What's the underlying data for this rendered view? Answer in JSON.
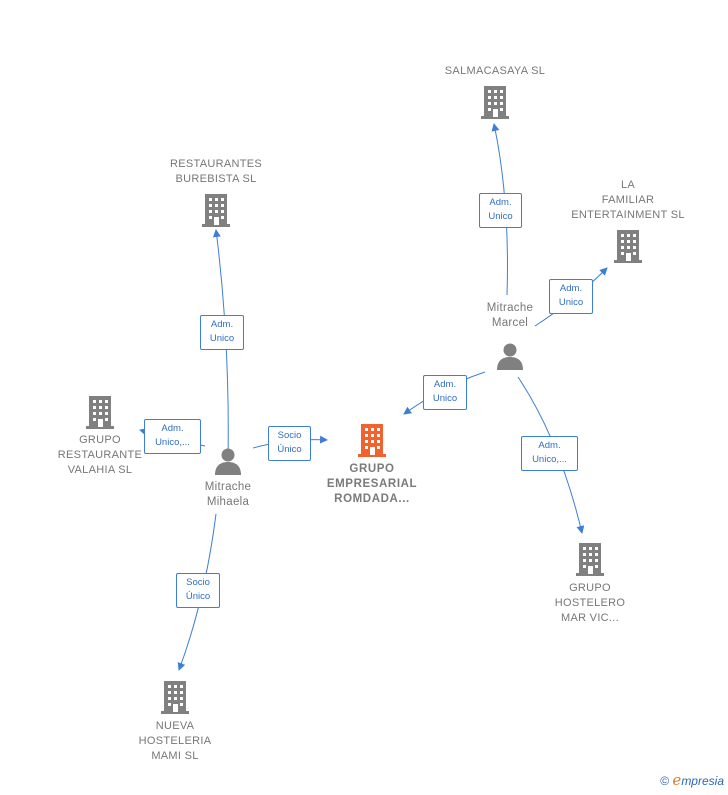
{
  "nodes": {
    "salmacasaya": "SALMACASAYA SL",
    "la_familiar": "LA\nFAMILIAR\nENTERTAINMENT SL",
    "restaurantes_burebista": "RESTAURANTES\nBUREBISTA  SL",
    "grupo_valahia": "GRUPO\nRESTAURANTE\nVALAHIA  SL",
    "grupo_empresarial": "GRUPO\nEMPRESARIAL\nROMDADA...",
    "grupo_hostelero": "GRUPO\nHOSTELERO\nMAR VIC...",
    "nueva_hosteleria": "NUEVA\nHOSTELERIA\nMAMI  SL",
    "mitrache_marcel": "Mitrache\nMarcel",
    "mitrache_mihaela": "Mitrache\nMihaela"
  },
  "edges": {
    "marcel_salmacasaya": "Adm.\nUnico",
    "marcel_familiar": "Adm.\nUnico",
    "marcel_empresarial": "Adm.\nUnico",
    "marcel_hostelero": "Adm.\nUnico,...",
    "mihaela_burebista": "Adm.\nUnico",
    "mihaela_valahia": "Adm.\nUnico,...",
    "mihaela_empresarial": "Socio\nÚnico",
    "mihaela_nueva": "Socio\nÚnico"
  },
  "footer": {
    "copyright": "©",
    "e": "e",
    "brand": "mpresia"
  },
  "colors": {
    "edge": "#3d7fd6",
    "building": "#808080",
    "building_main": "#f0622e",
    "person": "#808080"
  }
}
